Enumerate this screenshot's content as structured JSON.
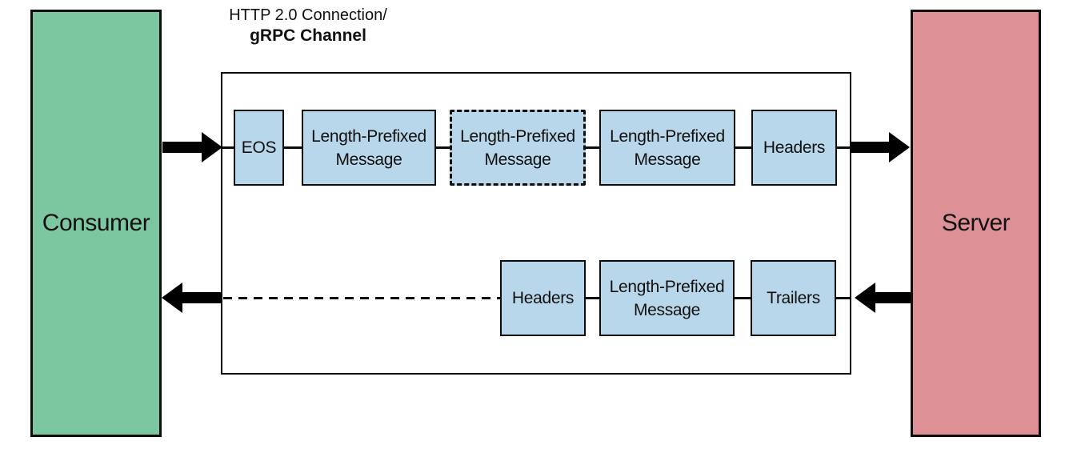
{
  "diagram": {
    "title_line1": "HTTP 2.0 Connection/",
    "title_line2": "gRPC Channel",
    "consumer_label": "Consumer",
    "server_label": "Server",
    "request_stream": [
      {
        "label": "EOS",
        "style": "solid"
      },
      {
        "label": "Length-Prefixed Message",
        "style": "solid"
      },
      {
        "label": "Length-Prefixed Message",
        "style": "dashed"
      },
      {
        "label": "Length-Prefixed Message",
        "style": "solid"
      },
      {
        "label": "Headers",
        "style": "solid"
      }
    ],
    "response_stream": [
      {
        "label": "Headers",
        "style": "solid"
      },
      {
        "label": "Length-Prefixed Message",
        "style": "solid"
      },
      {
        "label": "Trailers",
        "style": "solid"
      }
    ],
    "arrows": {
      "request_direction": "consumer-to-server",
      "response_direction": "server-to-consumer"
    },
    "colors": {
      "consumer_fill": "#7DC7A0",
      "server_fill": "#DD9197",
      "message_fill": "#B9D7EA",
      "border": "#0D0D0D",
      "background": "#FFFFFF"
    }
  }
}
